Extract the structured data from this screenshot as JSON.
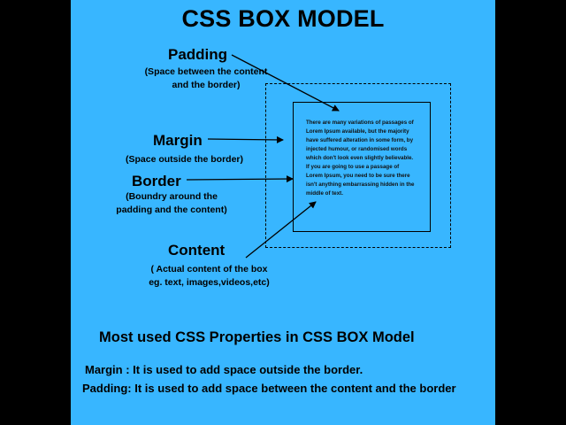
{
  "title": "CSS BOX  MODEL",
  "labels": {
    "padding": {
      "term": "Padding",
      "desc_line1": "(Space between the content",
      "desc_line2": "and the border)"
    },
    "margin": {
      "term": "Margin",
      "desc": "(Space outside the border)"
    },
    "border": {
      "term": "Border",
      "desc_line1": "(Boundry around the",
      "desc_line2": "padding and the content)"
    },
    "content": {
      "term": "Content",
      "desc_line1": "( Actual content of the box",
      "desc_line2": "eg. text, images,videos,etc)"
    }
  },
  "box_content": "There are many variations of passages of Lorem Ipsum available, but the majority have suffered alteration in some form, by injected humour, or randomised words which don't look even slightly believable. If you are going to use a passage of Lorem Ipsum, you need to be sure there isn't anything embarrassing hidden in the middle of text.",
  "properties": {
    "heading": "Most used CSS Properties in CSS BOX Model",
    "margin_def": "Margin : It is used to add space outside the border.",
    "padding_def": "Padding: It is used to add space between the content and the border"
  },
  "colors": {
    "background": "#38b6ff",
    "letterbox": "#000000",
    "ink": "#000000"
  }
}
